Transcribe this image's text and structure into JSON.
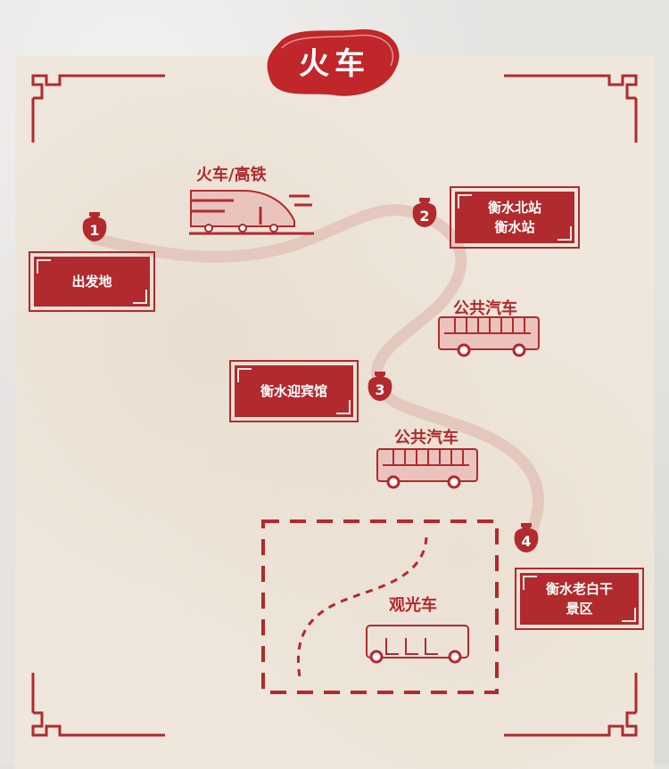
{
  "header": {
    "title": "火车"
  },
  "stops": [
    {
      "number": "1",
      "name_lines": [
        "出发地"
      ]
    },
    {
      "number": "2",
      "name_lines": [
        "衡水北站",
        "衡水站"
      ]
    },
    {
      "number": "3",
      "name_lines": [
        "衡水迎宾馆"
      ]
    },
    {
      "number": "4",
      "name_lines": [
        "衡水老白干",
        "景区"
      ]
    }
  ],
  "transport": [
    {
      "label": "火车/高铁",
      "icon": "train-icon"
    },
    {
      "label": "公共汽车",
      "icon": "bus-icon"
    },
    {
      "label": "公共汽车",
      "icon": "bus-icon"
    },
    {
      "label": "观光车",
      "icon": "sightseeing-bus-icon"
    }
  ],
  "colors": {
    "accent": "#b12a2e",
    "route": "#e2c3b8",
    "panel": "#efe7dc"
  }
}
